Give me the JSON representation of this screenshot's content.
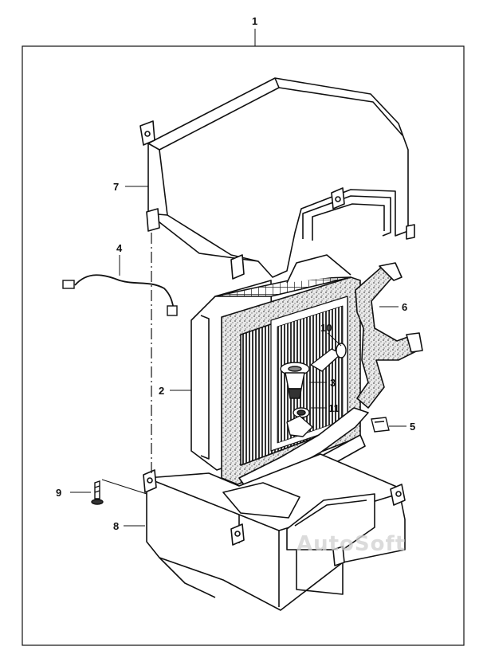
{
  "callouts": {
    "c1": "1",
    "c2": "2",
    "c3": "3",
    "c4": "4",
    "c5": "5",
    "c6": "6",
    "c7": "7",
    "c8": "8",
    "c9": "9",
    "c10": "10",
    "c11": "11"
  },
  "watermark": "AutoSoft",
  "colors": {
    "line": "#111111",
    "background": "#ffffff",
    "watermark": "#d0d0d0"
  }
}
